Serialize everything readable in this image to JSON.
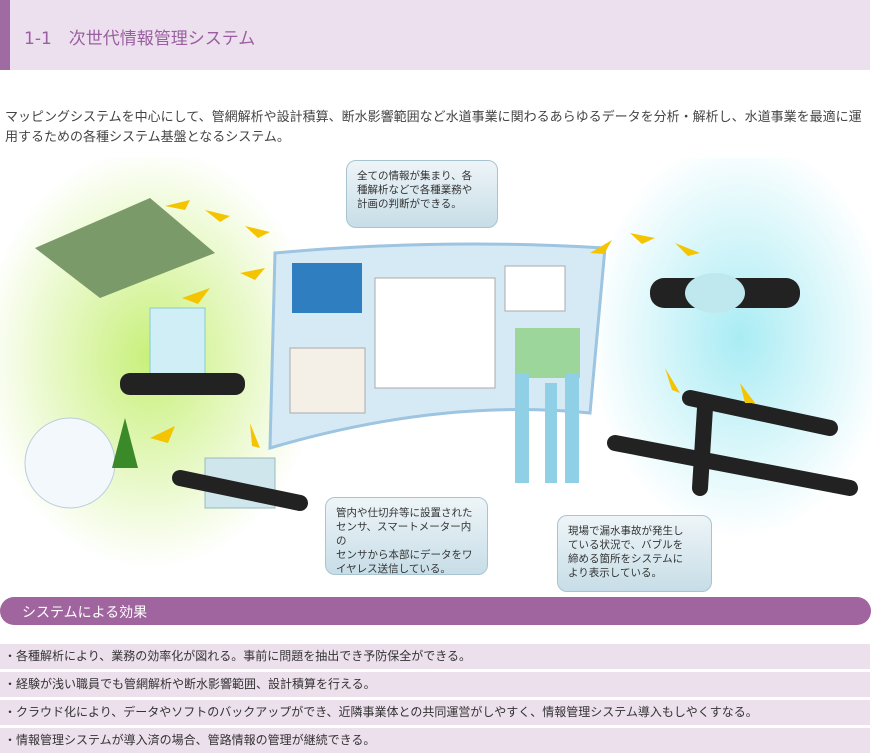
{
  "header": {
    "title": "1-1　次世代情報管理システム"
  },
  "intro": "マッピングシステムを中心にして、管網解析や設計積算、断水影響範囲など水道事業に関わるあらゆるデータを分析・解析し、水道事業を最適に運用するための各種システム基盤となるシステム。",
  "callouts": [
    "全ての情報が集まり、各\n種解析などで各種業務や\n計画の判断ができる。",
    "管内や仕切弁等に設置された\nセンサ、スマートメーター内の\nセンサから本部にデータをワ\nイヤレス送信している。",
    "現場で漏水事故が発生し\nている状況で、バブルを\n締める箇所をシステムに\nより表示している。"
  ],
  "effects": {
    "title": "システムによる効果",
    "items": [
      "・各種解析により、業務の効率化が図れる。事前に問題を抽出でき予防保全ができる。",
      "・経験が浅い職員でも管網解析や断水影響範囲、設計積算を行える。",
      "・クラウド化により、データやソフトのバックアップができ、近隣事業体との共同運営がしやすく、情報管理システム導入もしやくすなる。",
      "・情報管理システムが導入済の場合、管路情報の管理が継続できる。"
    ]
  },
  "colors": {
    "accent": "#a0659e",
    "header_bg": "#ede0ee",
    "item_bg": "#ece0ed"
  }
}
